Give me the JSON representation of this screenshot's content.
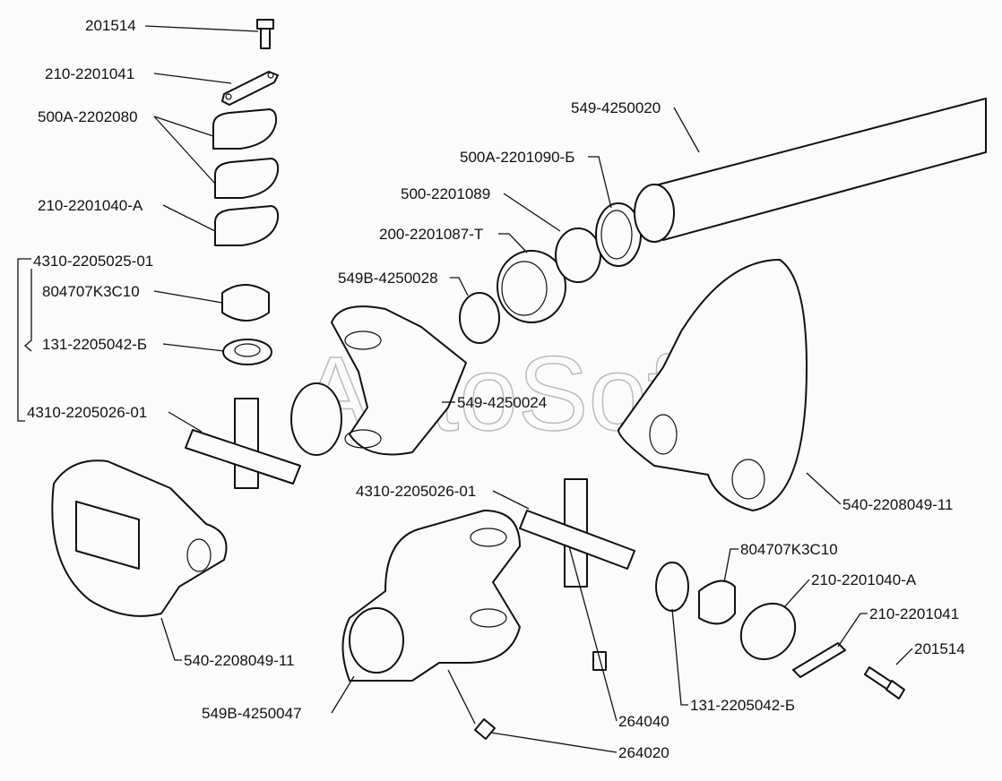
{
  "watermark": "AutoSoft",
  "labels": {
    "bolt_top": "201514",
    "lock_plate_top": "210-2201041",
    "shims": "500A-2202080",
    "cover_top": "210-2201040-A",
    "spider_kit": "4310-2205025-01",
    "cup_left": "804707K3C10",
    "seal_left": "131-2205042-Б",
    "spider_left": "4310-2205026-01",
    "shaft": "549-4250020",
    "seal_ring": "500A-2201090-Б",
    "snap_ring": "500-2201089",
    "nut": "200-2201087-Т",
    "ring": "549B-4250028",
    "yoke_upper": "549-4250024",
    "flange_yoke_right": "540-2208049-11",
    "spider_right": "4310-2205026-01",
    "cup_right": "804707K3C10",
    "cover_right": "210-2201040-A",
    "lock_plate_right": "210-2201041",
    "bolt_right": "201514",
    "flange_yoke_left": "540-2208049-11",
    "yoke_lower": "549B-4250047",
    "grease_fitting_a": "264040",
    "seal_right": "131-2205042-Б",
    "grease_fitting_b": "264020"
  }
}
